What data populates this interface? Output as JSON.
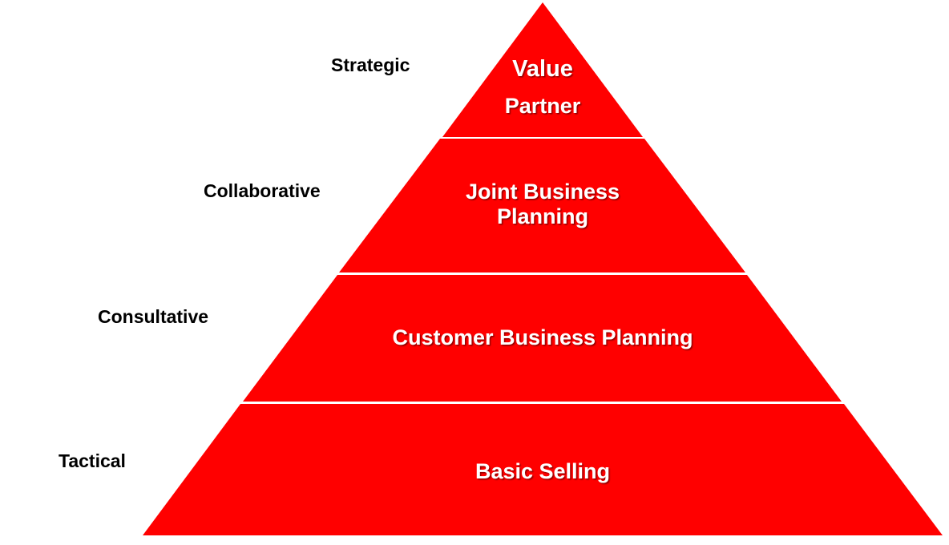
{
  "colors": {
    "tier_fill": "#ff0000",
    "tier_text": "#ffffff",
    "divider": "#ffffff",
    "label_text": "#000000",
    "background": "#ffffff"
  },
  "labels": {
    "strategic": "Strategic",
    "collaborative": "Collaborative",
    "consultative": "Consultative",
    "tactical": "Tactical"
  },
  "tiers": {
    "value_partner": {
      "line1": "Value",
      "line2": "Partner"
    },
    "joint_business_planning": {
      "line1": "Joint Business",
      "line2": "Planning"
    },
    "customer_business_planning": {
      "line1": "Customer Business Planning"
    },
    "basic_selling": {
      "line1": "Basic Selling"
    }
  }
}
